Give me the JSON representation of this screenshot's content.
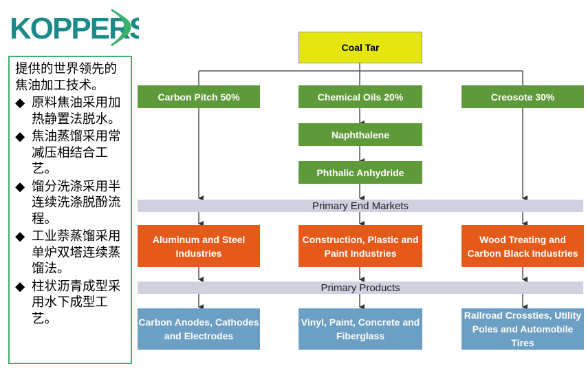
{
  "logo": {
    "text": "KOPPERS",
    "brand_color": "#1d8a8a",
    "swoosh_color": "#3ab26a"
  },
  "sidebar": {
    "intro": "提供的世界领先的焦油加工技术。",
    "bullet_symbol": "◆",
    "bullets": [
      "原料焦油采用加热静置法脱水。",
      "焦油蒸馏采用常减压相结合工艺。",
      "馏分洗涤采用半连续洗涤脱酚流程。",
      "工业萘蒸馏采用单炉双塔连续蒸馏法。",
      "柱状沥青成型采用水下成型工艺。"
    ]
  },
  "diagram": {
    "root": "Coal Tar",
    "fractions": [
      "Carbon Pitch 50%",
      "Chemical Oils 20%",
      "Creosote 30%"
    ],
    "chemical_chain": [
      "Naphthalene",
      "Phthalic Anhydride"
    ],
    "band_markets": "Primary End Markets",
    "markets": [
      "Aluminum and Steel Industries",
      "Construction, Plastic and Paint Industries",
      "Wood Treating and Carbon Black Industries"
    ],
    "band_products": "Primary Products",
    "products": [
      "Carbon Anodes, Cathodes and Electrodes",
      "Vinyl, Paint, Concrete and Fiberglass",
      "Railroad Crossties, Utility Poles and Automobile Tires"
    ]
  }
}
